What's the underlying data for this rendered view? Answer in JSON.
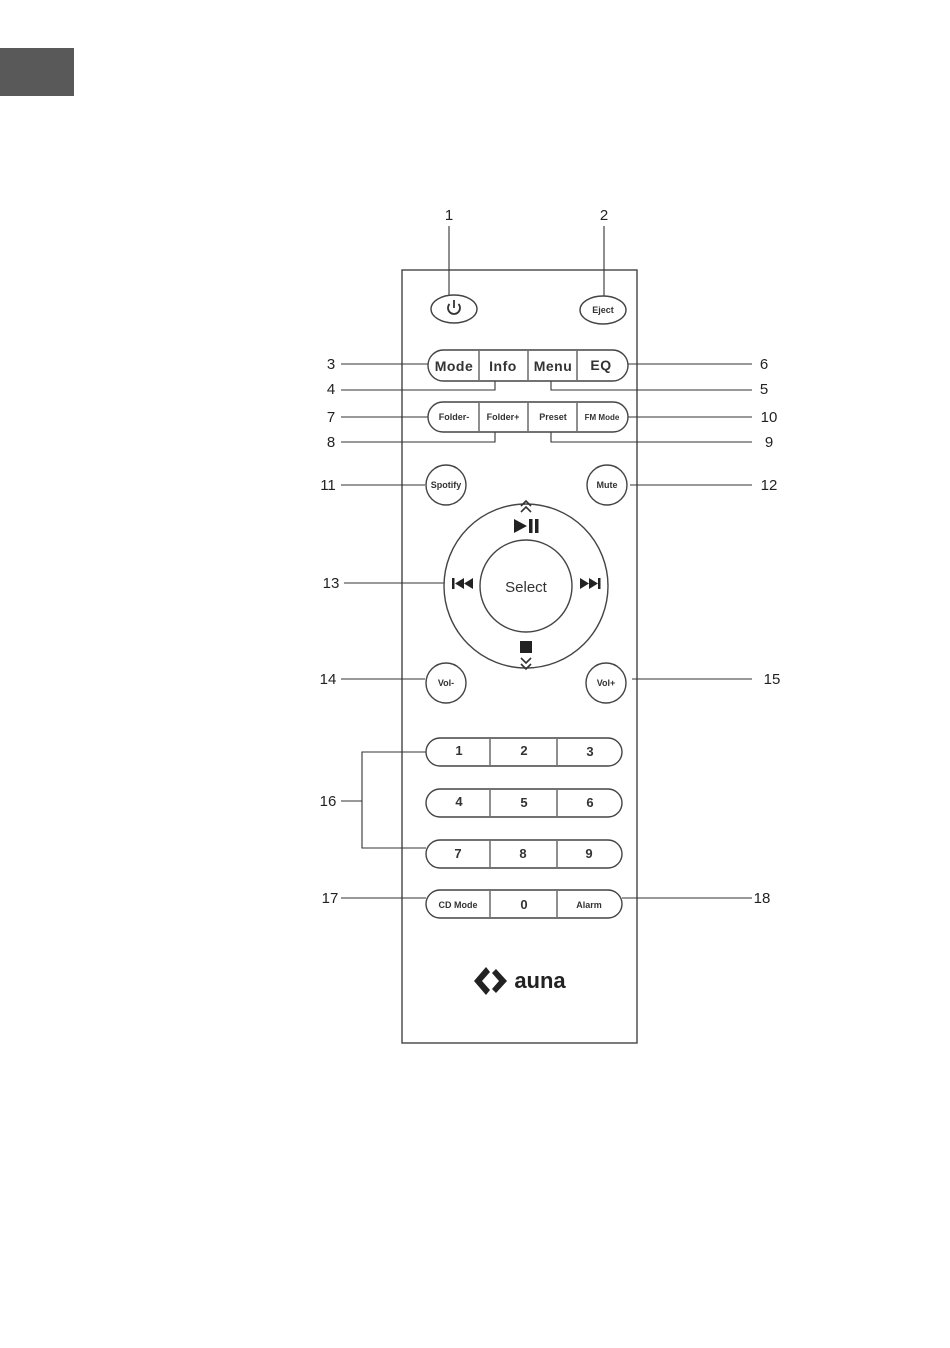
{
  "callouts": {
    "c1": "1",
    "c2": "2",
    "c3": "3",
    "c4": "4",
    "c5": "5",
    "c6": "6",
    "c7": "7",
    "c8": "8",
    "c9": "9",
    "c10": "10",
    "c11": "11",
    "c12": "12",
    "c13": "13",
    "c14": "14",
    "c15": "15",
    "c16": "16",
    "c17": "17",
    "c18": "18"
  },
  "buttons": {
    "eject": "Eject",
    "mode": "Mode",
    "info": "Info",
    "menu": "Menu",
    "eq": "EQ",
    "folder_minus": "Folder-",
    "folder_plus": "Folder+",
    "preset": "Preset",
    "fm_mode": "FM Mode",
    "spotify": "Spotify",
    "mute": "Mute",
    "select": "Select",
    "vol_minus": "Vol-",
    "vol_plus": "Vol+",
    "cd_mode": "CD Mode",
    "alarm": "Alarm"
  },
  "keypad": {
    "k1": "1",
    "k2": "2",
    "k3": "3",
    "k4": "4",
    "k5": "5",
    "k6": "6",
    "k7": "7",
    "k8": "8",
    "k9": "9",
    "k0": "0"
  },
  "brand": "auna"
}
